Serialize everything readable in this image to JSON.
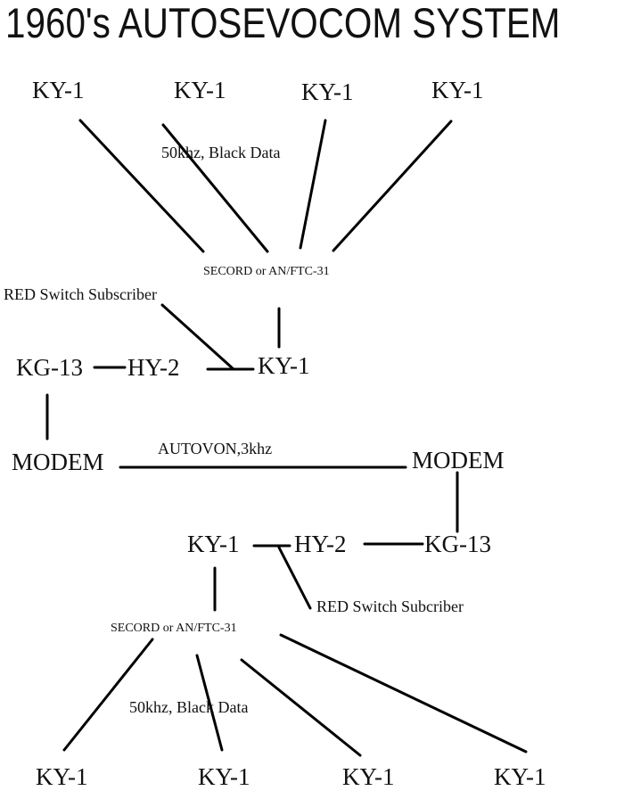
{
  "title": "1960's AUTOSEVOCOM SYSTEM",
  "top_group": {
    "terminals": [
      "KY-1",
      "KY-1",
      "KY-1",
      "KY-1"
    ],
    "link_label": "50khz, Black Data",
    "switch": "SECORD or AN/FTC-31",
    "red_switch": "RED Switch Subscriber",
    "ky": "KY-1",
    "hy": "HY-2",
    "kg": "KG-13",
    "modem": "MODEM"
  },
  "trunk": {
    "label": "AUTOVON,3khz"
  },
  "bottom_group": {
    "modem": "MODEM",
    "kg": "KG-13",
    "hy": "HY-2",
    "ky": "KY-1",
    "red_switch": "RED Switch Subcriber",
    "switch": "SECORD or AN/FTC-31",
    "link_label": "50khz, Black Data",
    "terminals": [
      "KY-1",
      "KY-1",
      "KY-1",
      "KY-1"
    ]
  }
}
